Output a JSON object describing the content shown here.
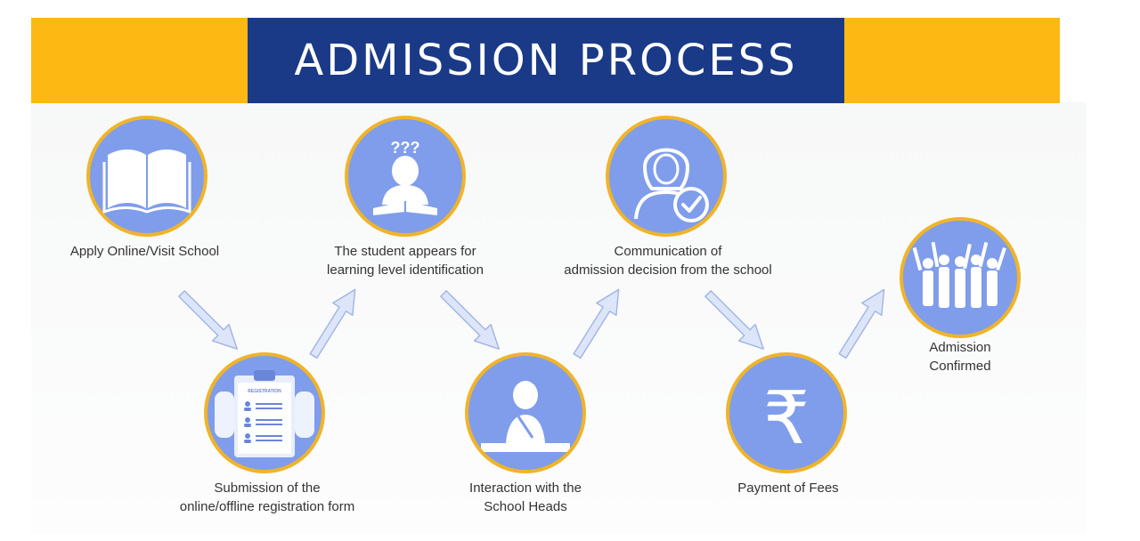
{
  "banner": {
    "title": "ADMISSION  PROCESS"
  },
  "steps": [
    {
      "icon": "open-book-icon",
      "line1": "Apply Online/Visit School",
      "line2": ""
    },
    {
      "icon": "registration-clipboard-icon",
      "line1": "Submission of the",
      "line2": "online/offline registration form",
      "clipboard_title": "REGISTRATION"
    },
    {
      "icon": "student-thinking-icon",
      "line1": "The student appears for",
      "line2": "learning level identification",
      "thought": "???"
    },
    {
      "icon": "teacher-at-desk-icon",
      "line1": "Interaction with the",
      "line2": "School Heads"
    },
    {
      "icon": "person-check-icon",
      "line1": "Communication of",
      "line2": "admission decision from the school"
    },
    {
      "icon": "rupee-icon",
      "line1": "Payment of Fees",
      "line2": "",
      "symbol": "₹"
    },
    {
      "icon": "group-cheering-icon",
      "line1": "Admission",
      "line2": "Confirmed"
    }
  ],
  "colors": {
    "banner_navy": "#1a3a87",
    "banner_orange": "#fdb813",
    "circle_fill": "#7f9deb",
    "circle_ring": "#f0b429",
    "arrow_fill": "#dde5f9",
    "arrow_stroke": "#9fb4e6"
  }
}
